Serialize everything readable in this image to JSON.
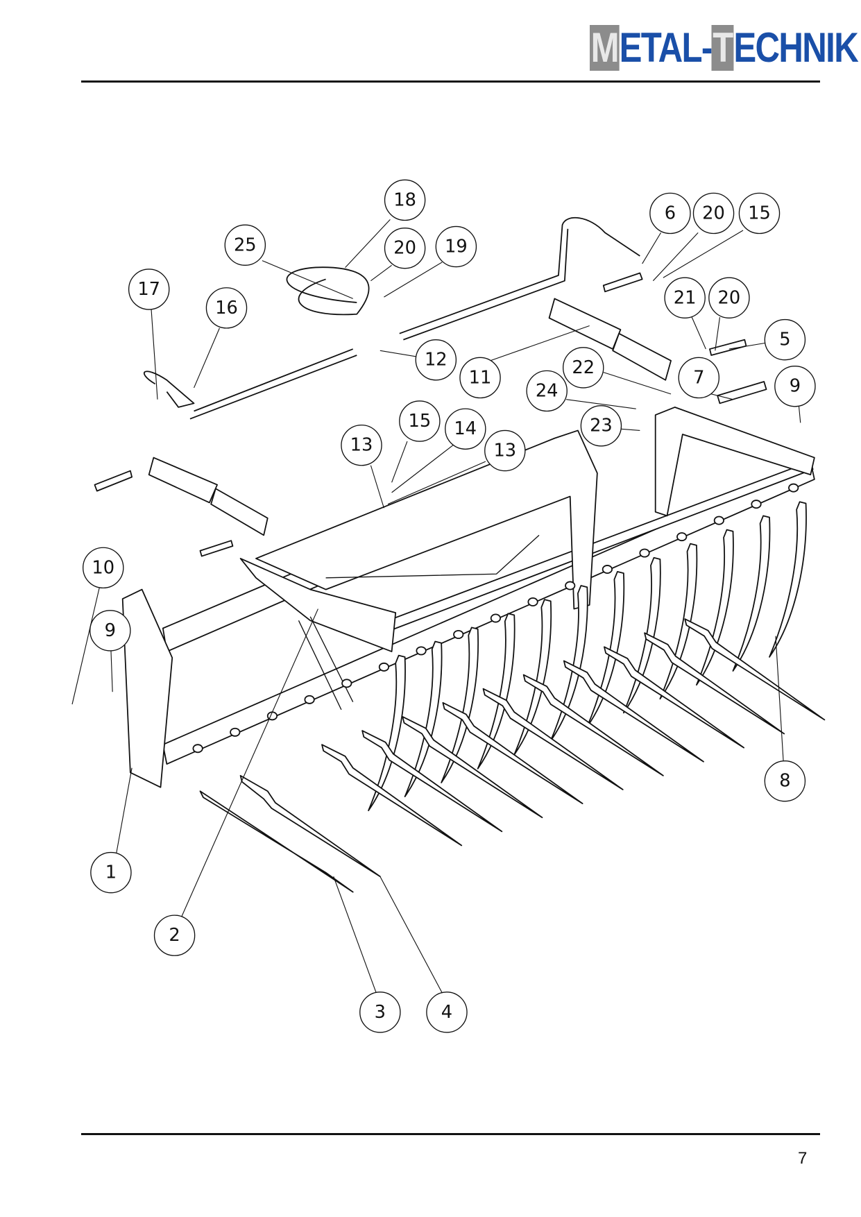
{
  "header": {
    "logo_text_a": "M",
    "logo_text_b": "ETAL-",
    "logo_text_c": "T",
    "logo_text_d": "ECHNIK",
    "logo_colors": {
      "blue": "#1a4fa8",
      "gray": "#8c8c8c"
    }
  },
  "footer": {
    "page_number": "7"
  },
  "callouts": [
    "18",
    "25",
    "20",
    "19",
    "17",
    "16",
    "6",
    "20",
    "15",
    "21",
    "20",
    "5",
    "12",
    "11",
    "22",
    "7",
    "9",
    "24",
    "23",
    "15",
    "14",
    "13",
    "13",
    "10",
    "9",
    "8",
    "1",
    "2",
    "3",
    "4"
  ]
}
